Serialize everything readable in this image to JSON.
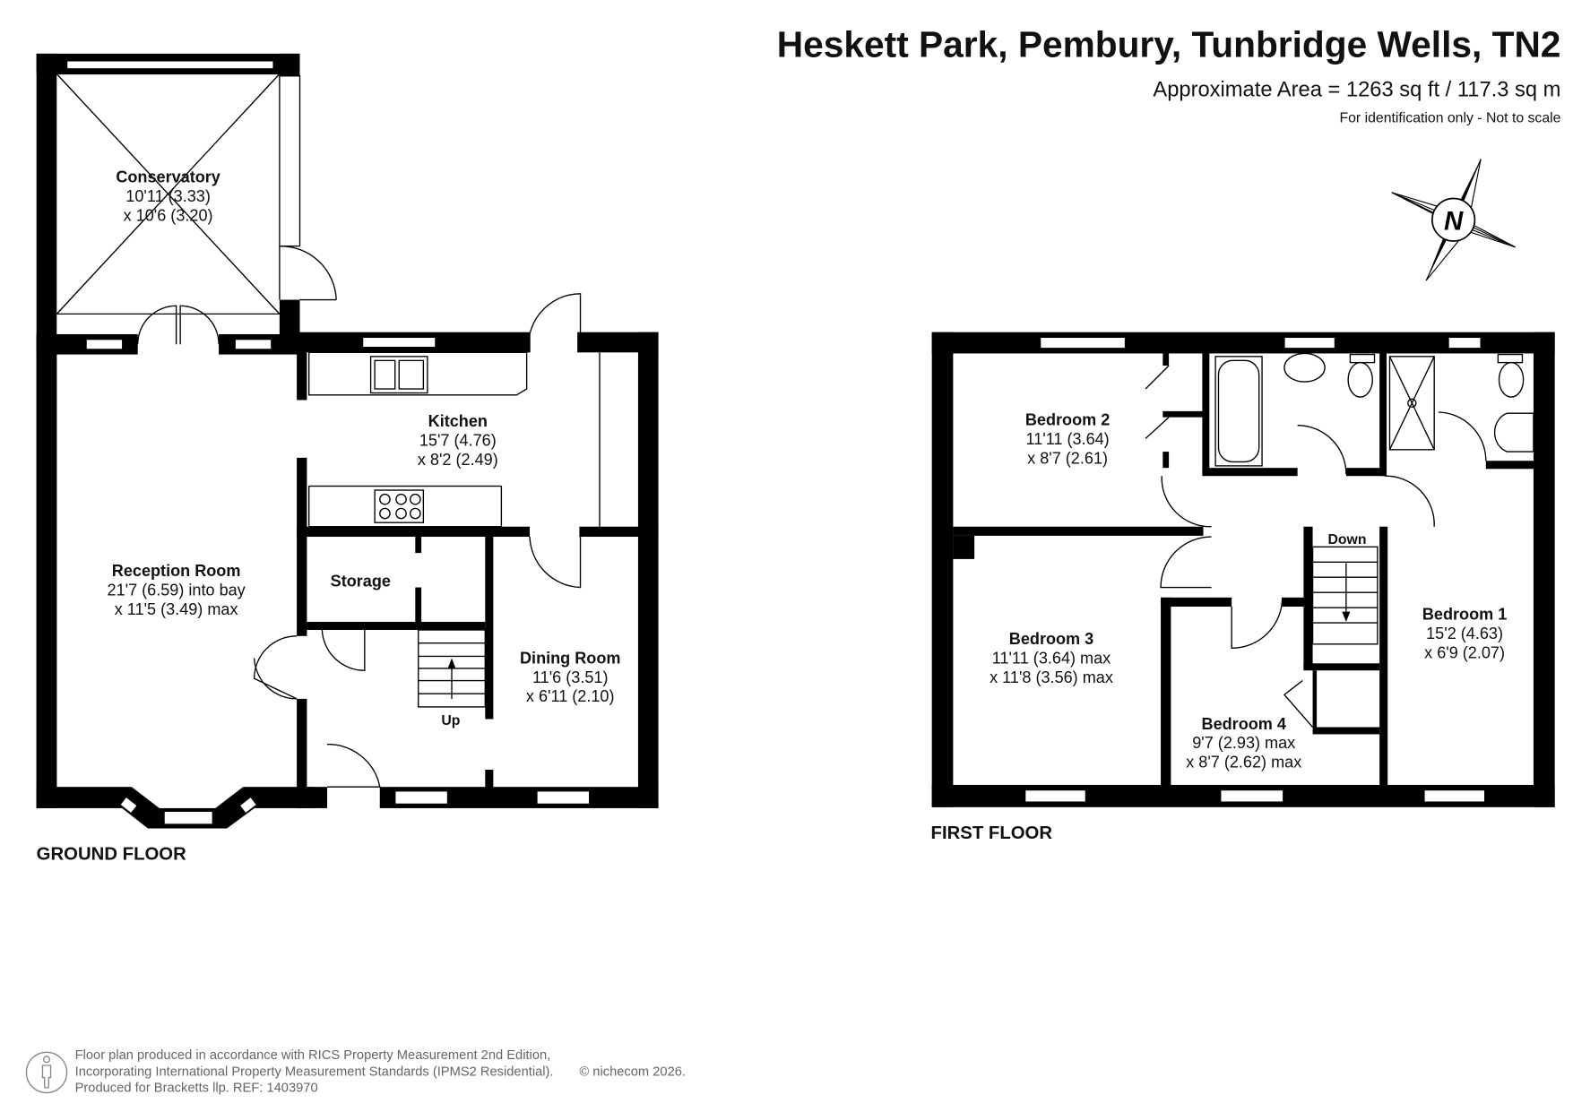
{
  "header": {
    "title": "Heskett Park, Pembury, Tunbridge Wells, TN2",
    "area": "Approximate Area = 1263 sq ft / 117.3 sq m",
    "note": "For identification only - Not to scale"
  },
  "compass": {
    "letter": "N",
    "icon": "north-arrow-icon"
  },
  "ground_floor": {
    "label": "GROUND FLOOR",
    "rooms": {
      "conservatory": {
        "name": "Conservatory",
        "dim1": "10'11 (3.33)",
        "dim2": "x 10'6 (3.20)"
      },
      "reception": {
        "name": "Reception Room",
        "dim1": "21'7 (6.59) into bay",
        "dim2": "x 11'5 (3.49) max"
      },
      "kitchen": {
        "name": "Kitchen",
        "dim1": "15'7 (4.76)",
        "dim2": "x 8'2 (2.49)"
      },
      "storage": {
        "name": "Storage"
      },
      "dining": {
        "name": "Dining Room",
        "dim1": "11'6 (3.51)",
        "dim2": "x 6'11 (2.10)"
      }
    },
    "stairs_label": "Up"
  },
  "first_floor": {
    "label": "FIRST FLOOR",
    "rooms": {
      "bedroom2": {
        "name": "Bedroom 2",
        "dim1": "11'11 (3.64)",
        "dim2": "x 8'7 (2.61)"
      },
      "bedroom3": {
        "name": "Bedroom 3",
        "dim1": "11'11 (3.64) max",
        "dim2": "x 11'8 (3.56) max"
      },
      "bedroom4": {
        "name": "Bedroom 4",
        "dim1": "9'7 (2.93) max",
        "dim2": "x 8'7 (2.62) max"
      },
      "bedroom1": {
        "name": "Bedroom 1",
        "dim1": "15'2 (4.63)",
        "dim2": "x 6'9 (2.07)"
      }
    },
    "stairs_label": "Down"
  },
  "footer": {
    "line1": "Floor plan produced in accordance with RICS Property Measurement 2nd Edition,",
    "line2": "Incorporating International Property Measurement Standards (IPMS2 Residential).",
    "copyright": "© nichecom 2026.",
    "line3": "Produced for Bracketts llp.   REF:  1403970"
  }
}
